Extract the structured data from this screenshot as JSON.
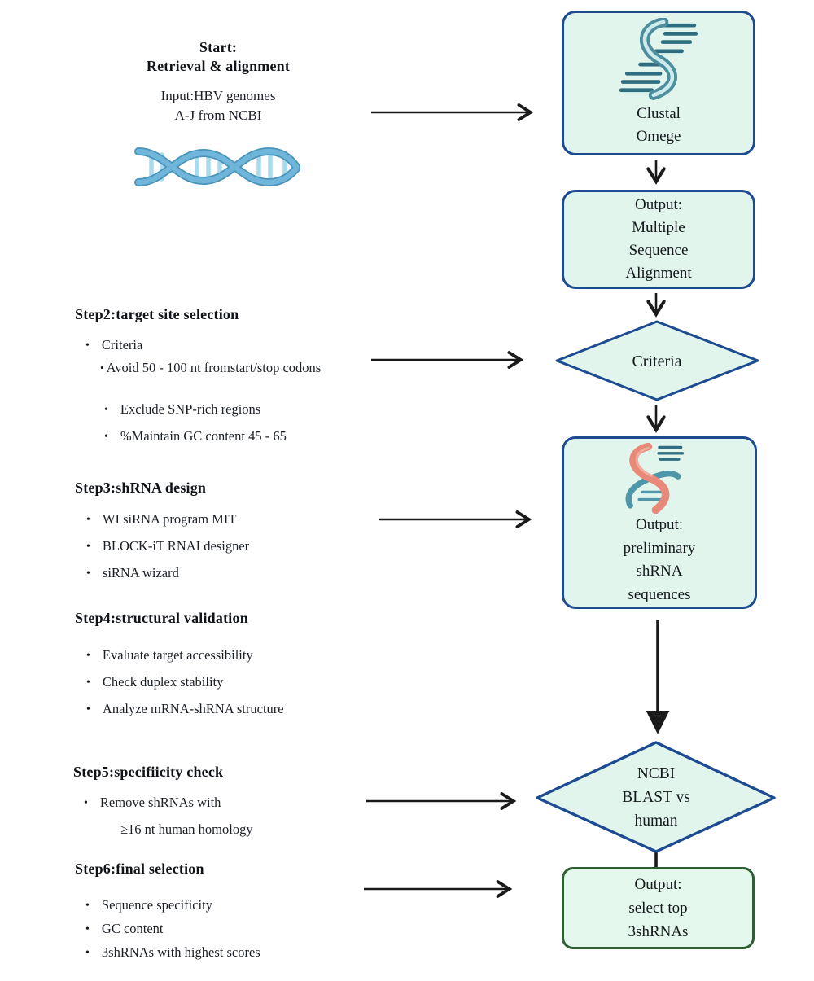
{
  "ui": {
    "bullet": "•"
  },
  "colors": {
    "background": "#ffffff",
    "node_fill": "#e1f5ed",
    "node_border_blue": "#1d4b91",
    "node_border_green": "#2d5f32",
    "arrow": "#1a1a1a",
    "text": "#15181d",
    "dna_strand_blue": "#5ca8cf",
    "dna_rung_blue": "#a9dbee",
    "icon_teal_dark": "#2f6e80",
    "icon_teal": "#4f97a8",
    "icon_teal_light": "#cdeaed",
    "icon_salmon": "#e8897a"
  },
  "left_column": {
    "start": {
      "title_line1": "Start:",
      "title_line2": "Retrieval & alignment",
      "input_line1": "Input:HBV genomes",
      "input_line2": "A-J from NCBI",
      "dna_icon": "dna-double-helix"
    },
    "step2": {
      "heading": "Step2:target site selection",
      "bullet1": "Criteria",
      "sub_bullet": "Avoid 50 - 100 nt fromstart/stop codons",
      "bullet2": "Exclude SNP-rich regions",
      "bullet3": "%Maintain GC content 45 - 65"
    },
    "step3": {
      "heading": "Step3:shRNA design",
      "bullets": [
        "WI siRNA program MIT",
        "BLOCK-iT RNAI designer",
        "siRNA wizard"
      ]
    },
    "step4": {
      "heading": "Step4:structural validation",
      "bullets": [
        "Evaluate target accessibility",
        "Check duplex stability",
        "Analyze mRNA-shRNA structure"
      ]
    },
    "step5": {
      "heading": "Step5:specifiicity check",
      "bullet1_line1": "Remove shRNAs with",
      "bullet1_line2": "≥16 nt human homology"
    },
    "step6": {
      "heading": "Step6:final selection",
      "bullets": [
        "Sequence specificity",
        "GC content",
        "3shRNAs with highest scores"
      ]
    }
  },
  "flowchart": {
    "clustal_box": {
      "icon": "alignment-helix",
      "line1": "Clustal",
      "line2": "Omege"
    },
    "msa_box": {
      "line1": "Output:",
      "line2": "Multiple",
      "line3": "Sequence",
      "line4": "Alignment"
    },
    "criteria_diamond": {
      "label": "Criteria"
    },
    "shrna_box": {
      "icon": "shrna-helix",
      "line1": "Output:",
      "line2": "preliminary",
      "line3": "shRNA",
      "line4": "sequences"
    },
    "blast_diamond": {
      "line1": "NCBI",
      "line2": "BLAST vs",
      "line3": "human"
    },
    "final_box": {
      "line1": "Output:",
      "line2": "select top",
      "line3": "3shRNAs"
    }
  }
}
